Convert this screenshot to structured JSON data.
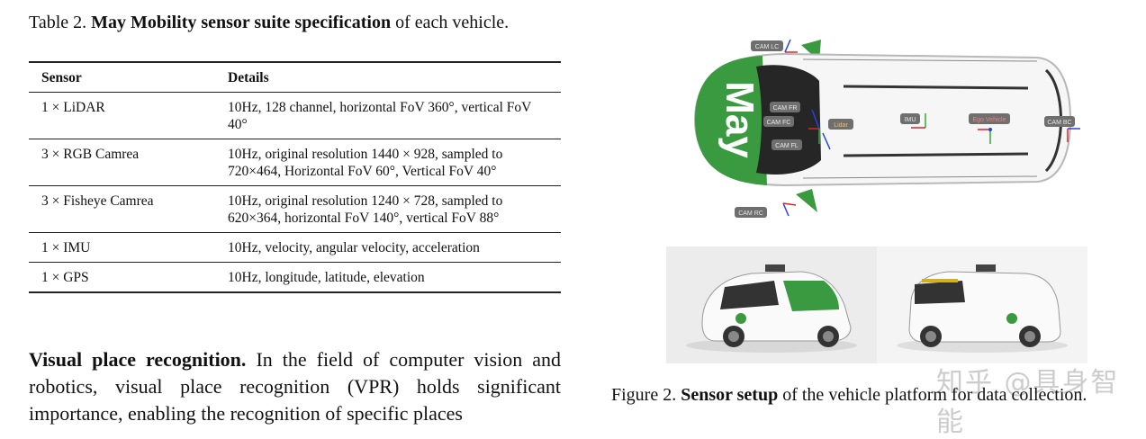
{
  "table_caption": {
    "prefix": "Table 2.",
    "bold": "May Mobility sensor suite specification",
    "suffix": "of each vehicle."
  },
  "table": {
    "headers": [
      "Sensor",
      "Details"
    ],
    "rows": [
      [
        "1 × LiDAR",
        "10Hz, 128 channel, horizontal FoV 360°, vertical FoV 40°"
      ],
      [
        "3 × RGB Camrea",
        "10Hz, original resolution 1440 × 928, sampled to 720×464, Horizontal FoV 60°, Vertical FoV 40°"
      ],
      [
        "3 × Fisheye Camrea",
        "10Hz, original resolution 1240 × 728, sampled to 620×364, horizontal FoV 140°, vertical FoV 88°"
      ],
      [
        "1 × IMU",
        "10Hz, velocity, angular velocity, acceleration"
      ],
      [
        "1 × GPS",
        "10Hz, longitude, latitude, elevation"
      ]
    ]
  },
  "paragraph": {
    "heading": "Visual place recognition.",
    "text": "In the field of computer vision and robotics, visual place recognition (VPR) holds significant importance, enabling the recognition of specific places"
  },
  "figure": {
    "labels": {
      "cam_lc": "CAM LC",
      "cam_fr": "CAM FR",
      "cam_fc": "CAM FC",
      "cam_fl": "CAM FL",
      "lidar": "Lidar",
      "imu": "IMU",
      "ego": "Ego Vehicle",
      "cam_bc": "CAM BC",
      "cam_rc": "CAM RC"
    },
    "logo": "May",
    "colors": {
      "brand_green": "#3a9a3f",
      "label_bg": "#6f6f6f",
      "label_text": "#e8e8e8",
      "dark": "#222222"
    }
  },
  "figure_caption": {
    "prefix": "Figure 2.",
    "bold": "Sensor setup",
    "suffix": "of the vehicle platform for data collection."
  },
  "watermark": "知乎 @具身智能"
}
